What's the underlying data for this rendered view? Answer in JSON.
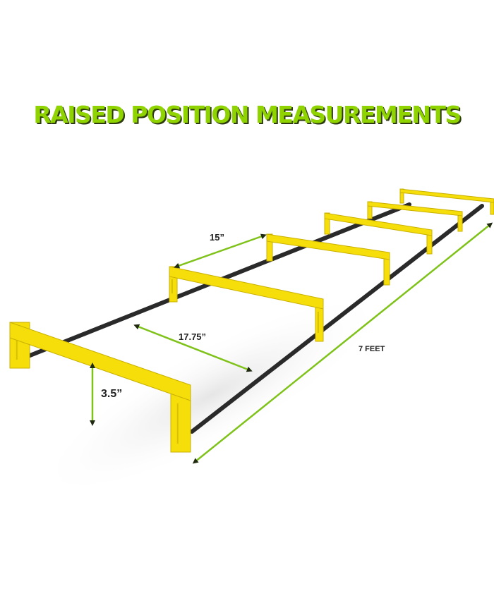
{
  "title": "RAISED POSITION MEASUREMENTS",
  "labels": {
    "rung_gap": "15”",
    "hurdle_width": "17.75”",
    "hurdle_height": "3.5”",
    "ladder_length": "7 FEET"
  },
  "colors": {
    "title_green": "#8fd400",
    "arrow_green": "#7fc21a",
    "hurdle_yellow": "#f5de0a",
    "rail_black": "#2a2a2a"
  }
}
